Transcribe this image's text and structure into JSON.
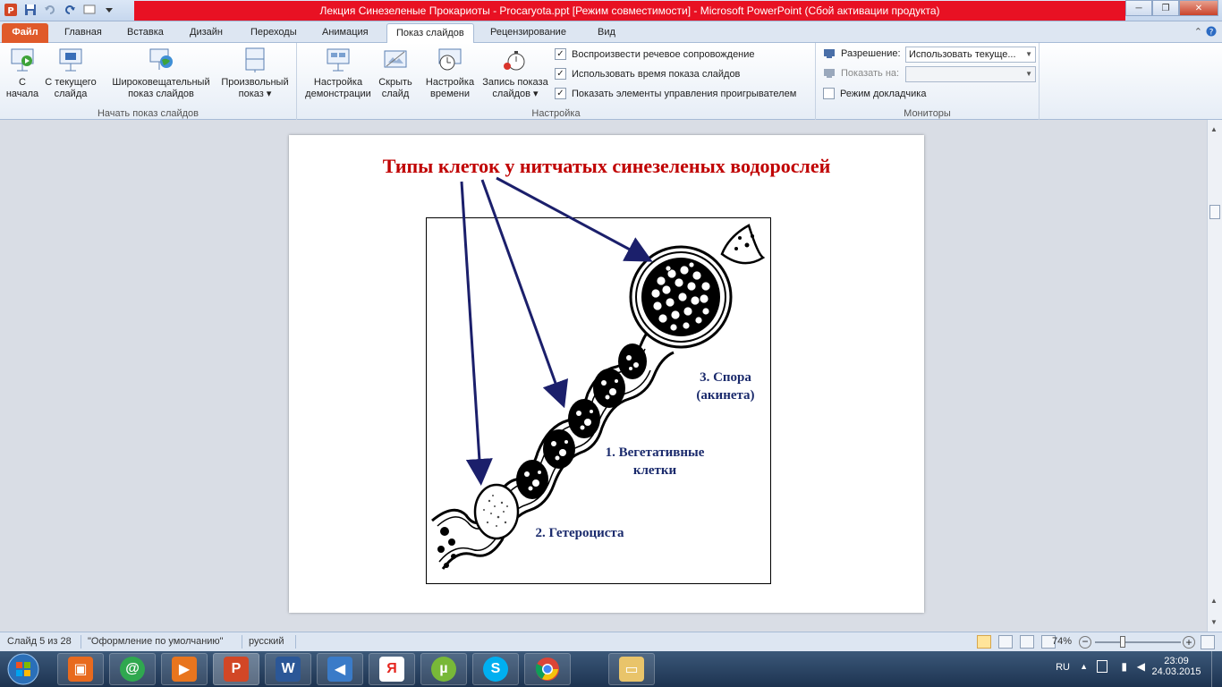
{
  "window": {
    "title": "Лекция Синезеленые Прокариоты - Procaryota.ppt [Режим совместимости] -  Microsoft PowerPoint (Сбой активации продукта)"
  },
  "tabs": [
    {
      "label": "Файл"
    },
    {
      "label": "Главная"
    },
    {
      "label": "Вставка"
    },
    {
      "label": "Дизайн"
    },
    {
      "label": "Переходы"
    },
    {
      "label": "Анимация"
    },
    {
      "label": "Показ слайдов"
    },
    {
      "label": "Рецензирование"
    },
    {
      "label": "Вид"
    }
  ],
  "ribbon": {
    "start_group": {
      "title": "Начать показ слайдов",
      "from_start": [
        "С",
        "начала"
      ],
      "from_current": [
        "С текущего",
        "слайда"
      ],
      "broadcast": [
        "Широковещательный",
        "показ слайдов"
      ],
      "custom": [
        "Произвольный",
        "показ ▾"
      ]
    },
    "setup_group": {
      "title": "Настройка",
      "setup_show": [
        "Настройка",
        "демонстрации"
      ],
      "hide_slide": [
        "Скрыть",
        "слайд"
      ],
      "rehearse": [
        "Настройка",
        "времени"
      ],
      "record": [
        "Запись показа",
        "слайдов ▾"
      ],
      "play_narration": "Воспроизвести речевое сопровождение",
      "use_timings": "Использовать время показа слайдов",
      "show_controls": "Показать элементы управления проигрывателем"
    },
    "monitors_group": {
      "title": "Мониторы",
      "resolution_label": "Разрешение:",
      "resolution_value": "Использовать текуще...",
      "show_on_label": "Показать на:",
      "presenter_view": "Режим докладчика"
    }
  },
  "slide": {
    "title": "Типы клеток у нитчатых синезеленых водорослей",
    "label_spore_1": "3. Спора",
    "label_spore_2": "(акинета)",
    "label_veg_1": "1. Вегетативные",
    "label_veg_2": "клетки",
    "label_hetero": "2. Гетероциста"
  },
  "status": {
    "slide_num": "Слайд 5 из 28",
    "theme": "\"Оформление по умолчанию\"",
    "language": "русский",
    "zoom": "74%"
  },
  "tray": {
    "lang": "RU",
    "time": "23:09",
    "date": "24.03.2015"
  },
  "colors": {
    "title_red": "#c00000",
    "label_blue": "#1a2a6c",
    "arrow_navy": "#1b1f6b"
  }
}
